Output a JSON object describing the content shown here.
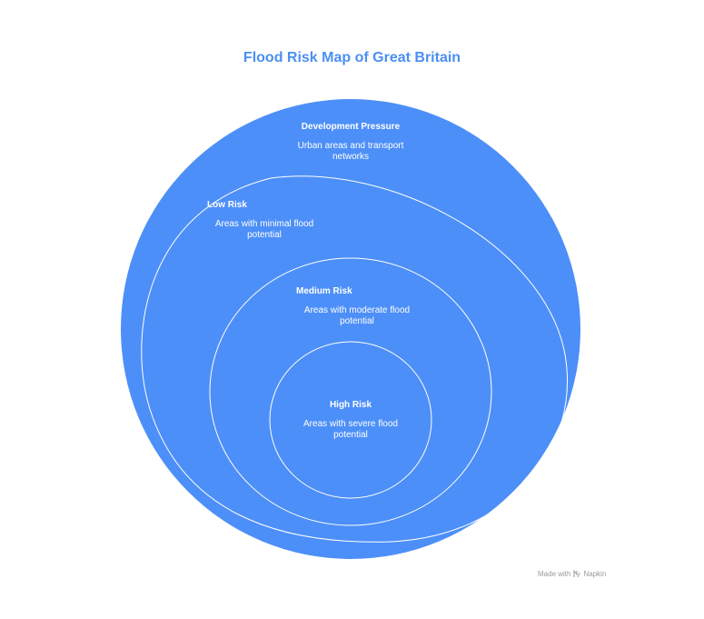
{
  "title": "Flood Risk Map of Great Britain",
  "colors": {
    "fill": "#4d8ff8",
    "outline": "#ffffff",
    "title": "#4b8ff4"
  },
  "layers": [
    {
      "heading": "Development Pressure",
      "description": "Urban areas and transport networks"
    },
    {
      "heading": "Low Risk",
      "description": "Areas with minimal flood potential"
    },
    {
      "heading": "Medium Risk",
      "description": "Areas with moderate flood potential"
    },
    {
      "heading": "High Risk",
      "description": "Areas with severe flood potential"
    }
  ],
  "footer": {
    "made_with": "Made with",
    "brand": "Napkin",
    "icon": "napkin-logo-icon"
  }
}
